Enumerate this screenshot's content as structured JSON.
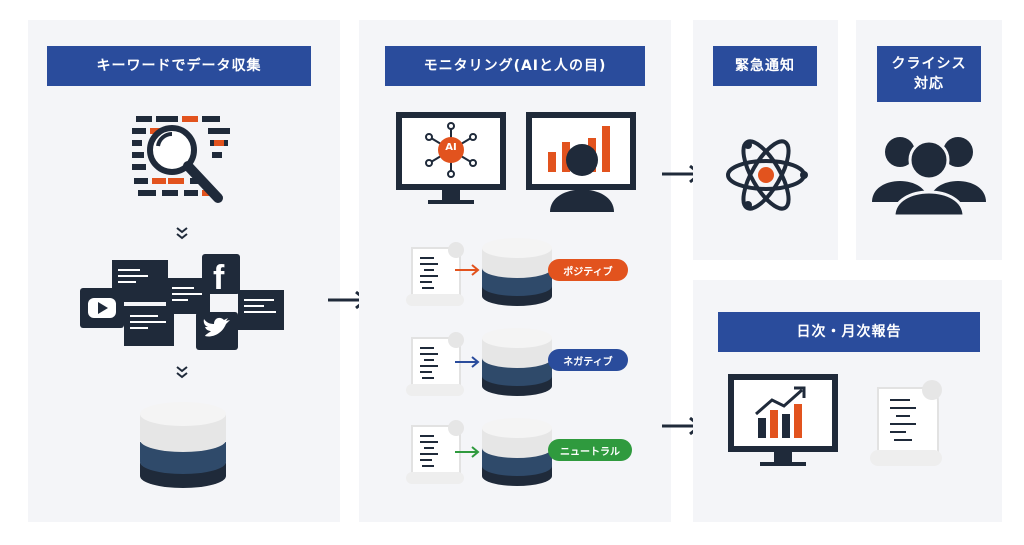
{
  "panels": {
    "collect": {
      "title": "キーワードでデータ収集"
    },
    "monitor": {
      "title": "モニタリング(AIと人の目)"
    },
    "alert": {
      "title": "緊急通知"
    },
    "crisis": {
      "title": "クライシス対応"
    },
    "report": {
      "title": "日次・月次報告"
    }
  },
  "monitor": {
    "ai_label": "AI",
    "sentiments": [
      {
        "label": "ポジティブ",
        "color": "#e2531e"
      },
      {
        "label": "ネガティブ",
        "color": "#2a4c9c"
      },
      {
        "label": "ニュートラル",
        "color": "#2f9a3e"
      }
    ]
  },
  "colors": {
    "navy": "#1f2a3a",
    "blue": "#2a4c9c",
    "orange": "#e2531e",
    "green": "#2f9a3e"
  },
  "icons": [
    "search-data-icon",
    "social-media-icon",
    "database-icon",
    "ai-monitor-icon",
    "human-monitor-icon",
    "document-icon",
    "atom-icon",
    "people-group-icon",
    "chart-monitor-icon",
    "arrow-icon"
  ]
}
